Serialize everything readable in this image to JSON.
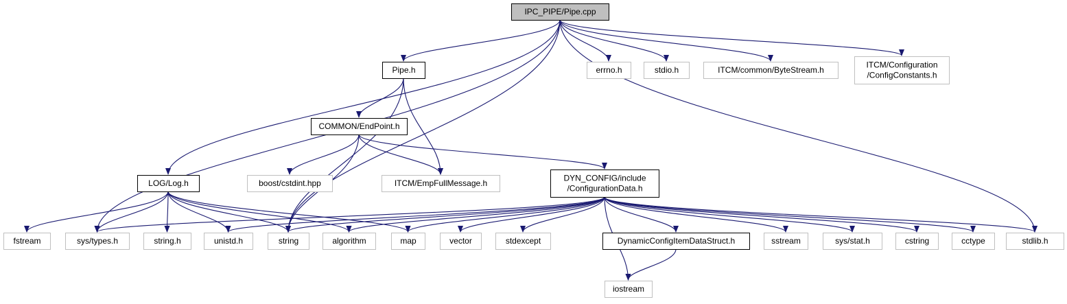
{
  "diagram": {
    "colors": {
      "edge": "#191970",
      "root_fill": "#bfbfbf",
      "local_border": "#000000",
      "external_border": "#bfbfbf",
      "node_fill": "#ffffff"
    },
    "nodes": {
      "pipe_cpp": {
        "lines": [
          "IPC_PIPE/Pipe.cpp"
        ],
        "kind": "root"
      },
      "pipe_h": {
        "lines": [
          "Pipe.h"
        ],
        "kind": "local"
      },
      "errno_h": {
        "lines": [
          "errno.h"
        ],
        "kind": "external"
      },
      "stdio_h": {
        "lines": [
          "stdio.h"
        ],
        "kind": "external"
      },
      "bytestream_h": {
        "lines": [
          "ITCM/common/ByteStream.h"
        ],
        "kind": "external"
      },
      "configconstants_h": {
        "lines": [
          "ITCM/Configuration",
          "/ConfigConstants.h"
        ],
        "kind": "external"
      },
      "endpoint_h": {
        "lines": [
          "COMMON/EndPoint.h"
        ],
        "kind": "local"
      },
      "log_h": {
        "lines": [
          "LOG/Log.h"
        ],
        "kind": "local"
      },
      "cstdint_hpp": {
        "lines": [
          "boost/cstdint.hpp"
        ],
        "kind": "external"
      },
      "empfullmessage_h": {
        "lines": [
          "ITCM/EmpFullMessage.h"
        ],
        "kind": "external"
      },
      "configurationdata_h": {
        "lines": [
          "DYN_CONFIG/include",
          "/ConfigurationData.h"
        ],
        "kind": "local"
      },
      "fstream": {
        "lines": [
          "fstream"
        ],
        "kind": "external"
      },
      "sys_types_h": {
        "lines": [
          "sys/types.h"
        ],
        "kind": "external"
      },
      "string_h": {
        "lines": [
          "string.h"
        ],
        "kind": "external"
      },
      "unistd_h": {
        "lines": [
          "unistd.h"
        ],
        "kind": "external"
      },
      "string": {
        "lines": [
          "string"
        ],
        "kind": "external"
      },
      "algorithm": {
        "lines": [
          "algorithm"
        ],
        "kind": "external"
      },
      "map": {
        "lines": [
          "map"
        ],
        "kind": "external"
      },
      "vector": {
        "lines": [
          "vector"
        ],
        "kind": "external"
      },
      "stdexcept": {
        "lines": [
          "stdexcept"
        ],
        "kind": "external"
      },
      "dynamicconfigitem_h": {
        "lines": [
          "DynamicConfigItemDataStruct.h"
        ],
        "kind": "local"
      },
      "sstream": {
        "lines": [
          "sstream"
        ],
        "kind": "external"
      },
      "sys_stat_h": {
        "lines": [
          "sys/stat.h"
        ],
        "kind": "external"
      },
      "cstring": {
        "lines": [
          "cstring"
        ],
        "kind": "external"
      },
      "cctype": {
        "lines": [
          "cctype"
        ],
        "kind": "external"
      },
      "stdlib_h": {
        "lines": [
          "stdlib.h"
        ],
        "kind": "external"
      },
      "iostream": {
        "lines": [
          "iostream"
        ],
        "kind": "external"
      }
    },
    "edges": [
      [
        "pipe_cpp",
        "pipe_h"
      ],
      [
        "pipe_cpp",
        "log_h"
      ],
      [
        "pipe_cpp",
        "sys_types_h"
      ],
      [
        "pipe_cpp",
        "string"
      ],
      [
        "pipe_cpp",
        "errno_h"
      ],
      [
        "pipe_cpp",
        "stdio_h"
      ],
      [
        "pipe_cpp",
        "bytestream_h"
      ],
      [
        "pipe_cpp",
        "configconstants_h"
      ],
      [
        "pipe_cpp",
        "stdlib_h"
      ],
      [
        "pipe_h",
        "endpoint_h"
      ],
      [
        "pipe_h",
        "empfullmessage_h"
      ],
      [
        "pipe_h",
        "string"
      ],
      [
        "endpoint_h",
        "cstdint_hpp"
      ],
      [
        "endpoint_h",
        "empfullmessage_h"
      ],
      [
        "endpoint_h",
        "configurationdata_h"
      ],
      [
        "endpoint_h",
        "string"
      ],
      [
        "log_h",
        "fstream"
      ],
      [
        "log_h",
        "sys_types_h"
      ],
      [
        "log_h",
        "string_h"
      ],
      [
        "log_h",
        "unistd_h"
      ],
      [
        "log_h",
        "string"
      ],
      [
        "log_h",
        "algorithm"
      ],
      [
        "log_h",
        "map"
      ],
      [
        "configurationdata_h",
        "sys_types_h"
      ],
      [
        "configurationdata_h",
        "unistd_h"
      ],
      [
        "configurationdata_h",
        "string"
      ],
      [
        "configurationdata_h",
        "algorithm"
      ],
      [
        "configurationdata_h",
        "map"
      ],
      [
        "configurationdata_h",
        "vector"
      ],
      [
        "configurationdata_h",
        "stdexcept"
      ],
      [
        "configurationdata_h",
        "iostream"
      ],
      [
        "configurationdata_h",
        "dynamicconfigitem_h"
      ],
      [
        "configurationdata_h",
        "sstream"
      ],
      [
        "configurationdata_h",
        "sys_stat_h"
      ],
      [
        "configurationdata_h",
        "cstring"
      ],
      [
        "configurationdata_h",
        "cctype"
      ],
      [
        "configurationdata_h",
        "stdlib_h"
      ],
      [
        "dynamicconfigitem_h",
        "iostream"
      ]
    ]
  }
}
